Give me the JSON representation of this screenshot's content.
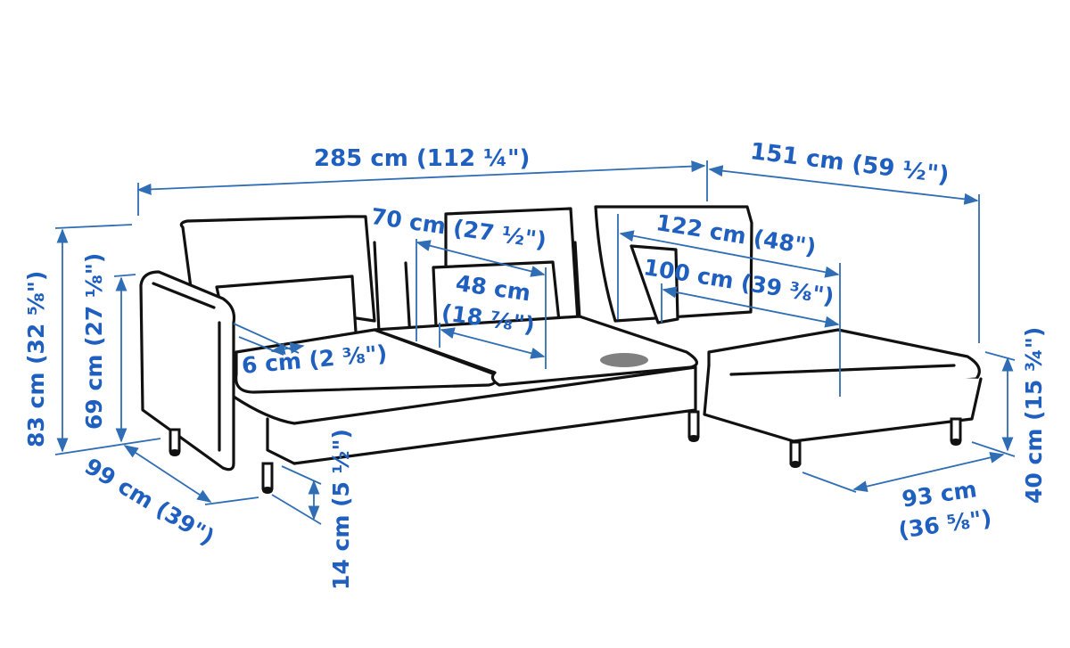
{
  "diagram": {
    "subject": "Corner sofa with chaise longue — dimension drawing",
    "accent_color": "#1f5fbf",
    "line_color": "#111111",
    "dimensions": {
      "total_width": {
        "cm": "285 cm",
        "inch": "(112 ¼\")",
        "label": "285 cm (112 ¼\")"
      },
      "chaise_width": {
        "cm": "151 cm",
        "inch": "(59 ½\")",
        "label": "151 cm (59 ½\")"
      },
      "seat_width_middle": {
        "cm": "70 cm",
        "inch": "(27 ½\")",
        "label": "70 cm (27 ½\")"
      },
      "seat_depth_middle_cm": "48 cm",
      "seat_depth_middle_inch": "(18 ⅞\")",
      "chaise_length": {
        "label": "122 cm (48\")"
      },
      "chaise_seat_length": {
        "label": "100 cm (39 ⅜\")"
      },
      "armrest_width": {
        "label": "6 cm (2 ⅜\")"
      },
      "total_height": {
        "label": "83 cm (32 ⅝\")"
      },
      "armrest_height": {
        "label": "69 cm (27 ⅛\")"
      },
      "depth": {
        "label": "99 cm (39\")"
      },
      "leg_height": {
        "label": "14 cm (5 ½\")"
      },
      "seat_height": {
        "label": "40 cm (15 ¾\")"
      },
      "chaise_depth_cm": "93 cm",
      "chaise_depth_inch": "(36 ⅝\")"
    }
  }
}
